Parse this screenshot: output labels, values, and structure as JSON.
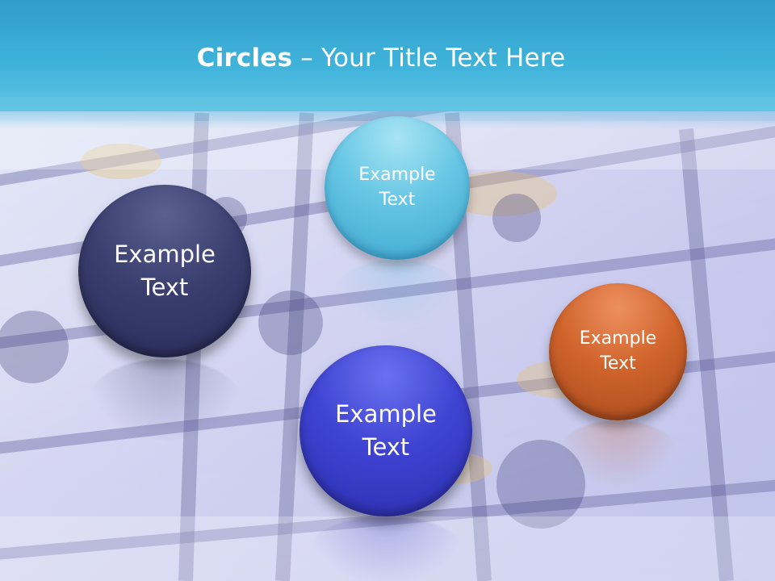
{
  "slide": {
    "title_bold": "Circles",
    "title_rest": " – Your Title Text Here"
  },
  "circles": [
    {
      "label": "Example\nText",
      "color": "#2f3364"
    },
    {
      "label": "Example\nText",
      "color": "#5ebfe0"
    },
    {
      "label": "Example\nText",
      "color": "#3a3ec8"
    },
    {
      "label": "Example\nText",
      "color": "#c75d28"
    }
  ],
  "colors": {
    "header": "#40b3db",
    "title_text": "#ffffff"
  }
}
